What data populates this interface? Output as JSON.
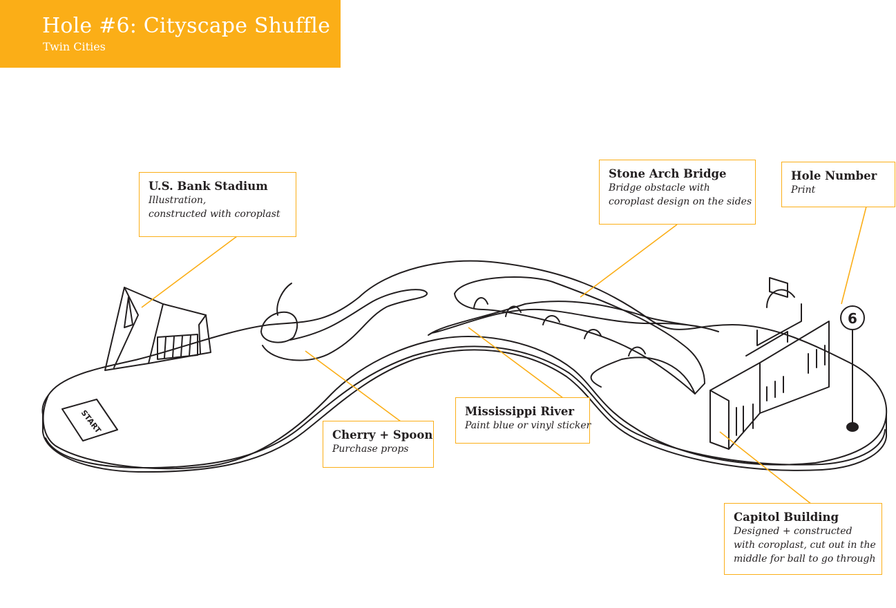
{
  "header": {
    "title": "Hole #6: Cityscape Shuffle",
    "subtitle": "Twin Cities"
  },
  "start_sign": "START",
  "hole_number_sign": "6",
  "callouts": [
    {
      "name": "U.S. Bank Stadium",
      "lines": [
        "Illustration,",
        "constructed with coroplast"
      ]
    },
    {
      "name": "Stone Arch Bridge",
      "lines": [
        "Bridge obstacle with",
        "coroplast design on the sides"
      ]
    },
    {
      "name": "Hole Number",
      "lines": [
        "Print"
      ]
    },
    {
      "name": "Cherry + Spoon",
      "lines": [
        "Purchase props"
      ]
    },
    {
      "name": "Mississippi River",
      "lines": [
        "Paint blue or vinyl sticker"
      ]
    },
    {
      "name": "Capitol Building",
      "lines": [
        "Designed + constructed",
        "with coroplast, cut out in the",
        "middle for ball to go through"
      ]
    }
  ],
  "colors": {
    "accent": "#fbae17",
    "line": "#231f20",
    "header_text": "#ffffff"
  }
}
